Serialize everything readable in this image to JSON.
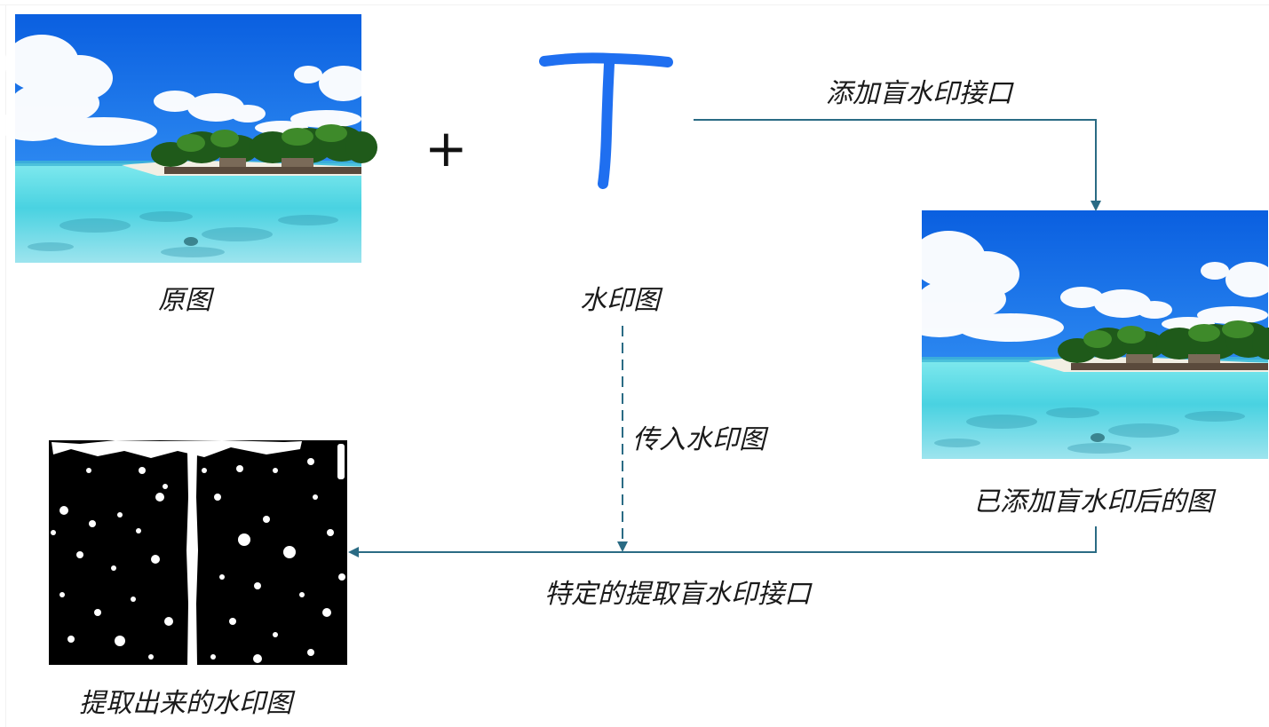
{
  "labels": {
    "original": "原图",
    "watermark": "水印图",
    "add_interface": "添加盲水印接口",
    "watermarked": "已添加盲水印后的图",
    "pass_watermark": "传入水印图",
    "extract_interface": "特定的提取盲水印接口",
    "extracted": "提取出来的水印图"
  },
  "operator": "+",
  "icons": {
    "beach_photo": "tropical-beach-photo",
    "watermark_glyph": "T",
    "extracted_noise": "black-white-noise-image"
  },
  "colors": {
    "arrow": "#2a6b84",
    "watermark_blue": "#1f6ff0",
    "sky": "#1a73ea",
    "sea": "#63dbe4"
  }
}
